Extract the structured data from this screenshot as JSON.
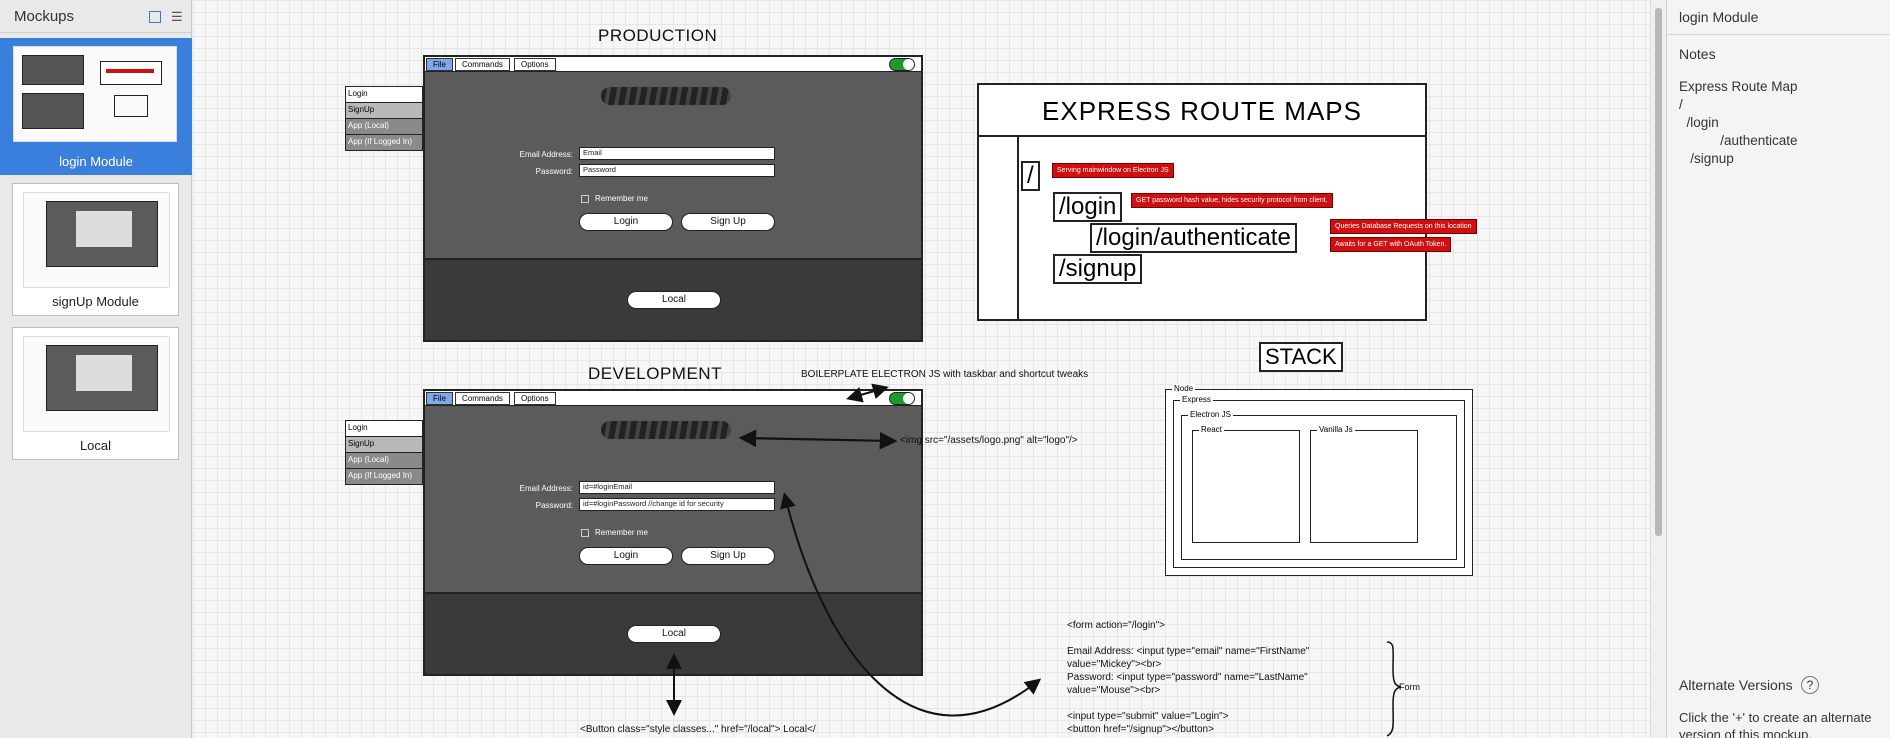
{
  "left_panel": {
    "title": "Mockups",
    "items": [
      {
        "label": "login Module",
        "selected": true
      },
      {
        "label": "signUp Module",
        "selected": false
      },
      {
        "label": "Local",
        "selected": false
      }
    ]
  },
  "right_panel": {
    "title": "login Module",
    "notes_label": "Notes",
    "notes_text": "Express Route Map\n/\n  /login\n           /authenticate\n   /signup",
    "alternate_title": "Alternate Versions",
    "alternate_desc": "Click the '+' to create an alternate version of this mockup."
  },
  "production": {
    "heading": "PRODUCTION",
    "menus": [
      "File",
      "Commands",
      "Options"
    ],
    "side_items": [
      "Login",
      "SignUp",
      "App (Local)",
      "App (If Logged In)"
    ],
    "email_label": "Email Address:",
    "email_value": "Email",
    "password_label": "Password:",
    "password_value": "Password",
    "remember": "Remember me",
    "login_btn": "Login",
    "signup_btn": "Sign Up",
    "local_btn": "Local"
  },
  "development": {
    "heading": "DEVELOPMENT",
    "menus": [
      "File",
      "Commands",
      "Options"
    ],
    "side_items": [
      "Login",
      "SignUp",
      "App (Local)",
      "App (If Logged In)"
    ],
    "email_label": "Email Address:",
    "email_value": "id=#loginEmail",
    "password_label": "Password:",
    "password_value": "id=#loginPassword         //change id for security",
    "remember": "Remember me",
    "login_btn": "Login",
    "signup_btn": "Sign Up",
    "local_btn": "Local"
  },
  "annotations": {
    "boilerplate": "BOILERPLATE ELECTRON JS with taskbar and shortcut tweaks",
    "img_tag": "<img src=\"/assets/logo.png\" alt=\"logo\"/>",
    "button_code": "<Button class=\"style classes...\" href=\"/local\"> Local</",
    "form_code": "<form action=\"/login\">\n\nEmail Address: <input type=\"email\" name=\"FirstName\"\nvalue=\"Mickey\"><br>\nPassword: <input type=\"password\" name=\"LastName\"\nvalue=\"Mouse\"><br>\n\n<input type=\"submit\" value=\"Login\">\n<button href=\"/signup\"></button>",
    "form_brace_label": "Form"
  },
  "route_map": {
    "title": "EXPRESS ROUTE MAPS",
    "routes": [
      {
        "path": "/",
        "tag": "Serving mainwindow on Electron JS"
      },
      {
        "path": "/login",
        "tag": "GET password hash value, hides security protocol from client."
      },
      {
        "path": "/login/authenticate",
        "tag": "Queries Database Requests on this location",
        "tag2": "Awaits for a GET with OAuth Token."
      },
      {
        "path": "/signup",
        "tag": ""
      }
    ]
  },
  "stack": {
    "title": "STACK",
    "node": "Node",
    "express": "Express",
    "electron": "Electron JS",
    "react": "React",
    "vanilla": "Vanilla Js"
  },
  "colors": {
    "selection": "#3b7fdc",
    "toggle": "#1d9a2c",
    "tag_red": "#d01010"
  }
}
